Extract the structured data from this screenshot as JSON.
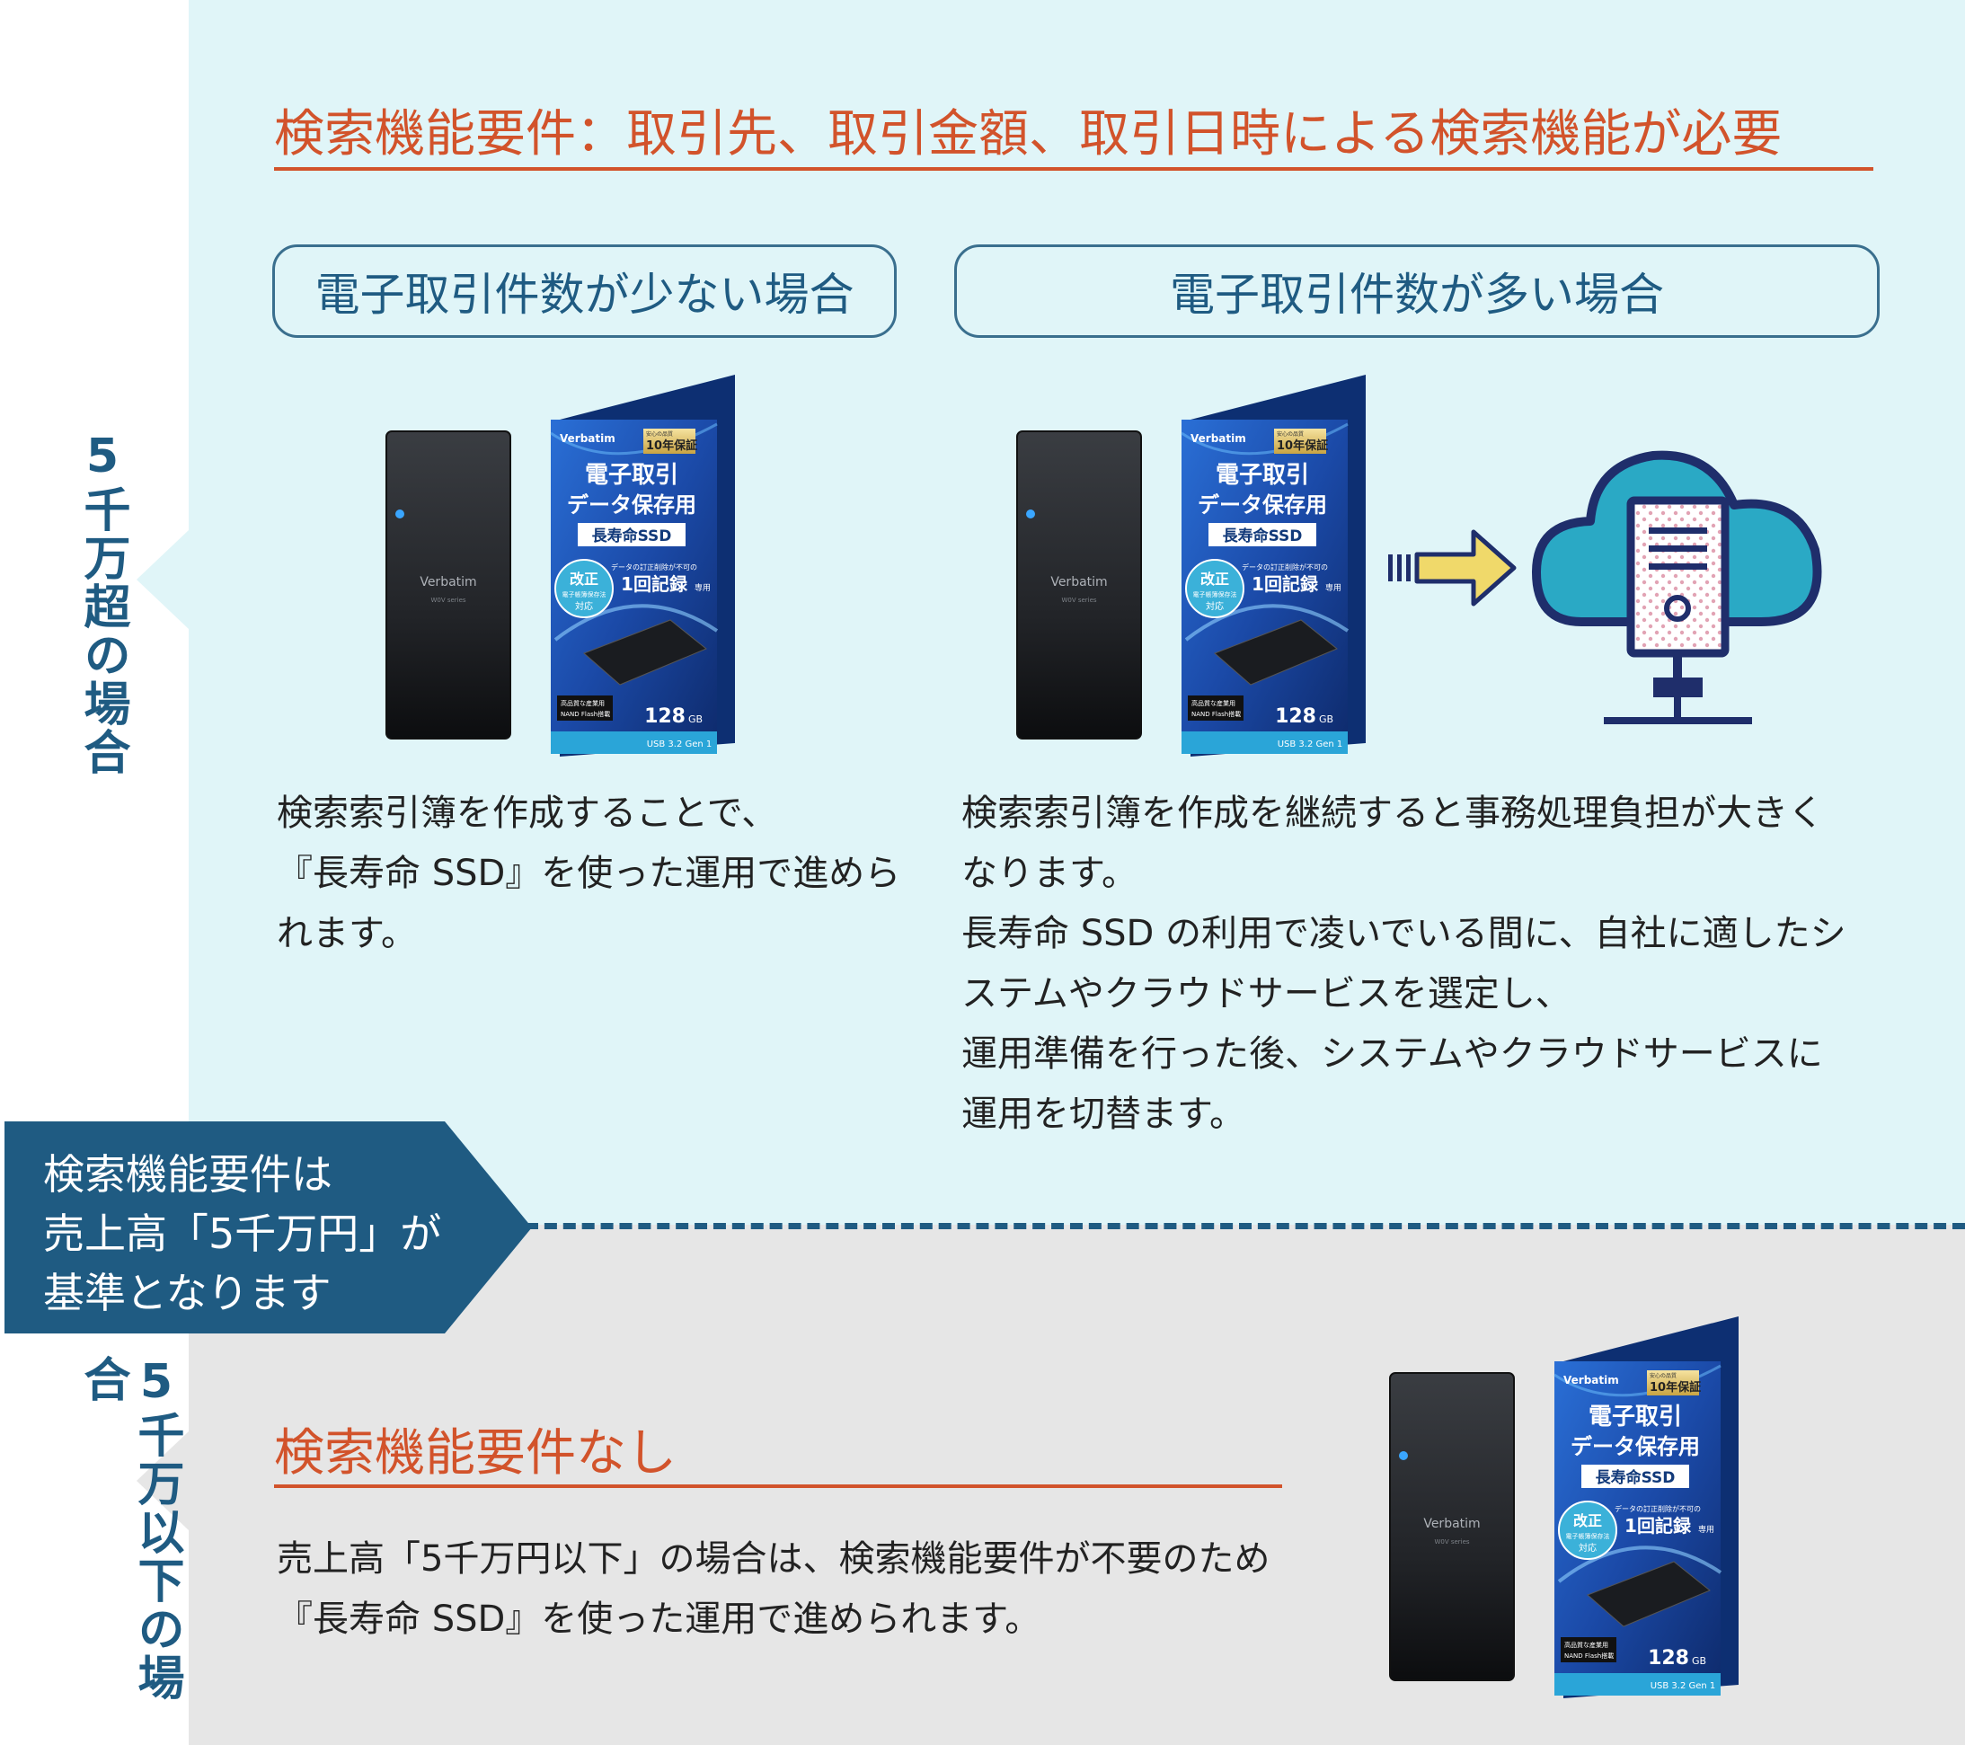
{
  "sections": {
    "over": {
      "side_label": "5千万超の場合",
      "heading": "検索機能要件：取引先、取引金額、取引日時による検索機能が必要",
      "case_few": {
        "label": "電子取引件数が少ない場合",
        "lines": [
          "検索索引簿を作成することで、",
          "『長寿命 SSD』を使った運用で進めら",
          "れます。"
        ]
      },
      "case_many": {
        "label": "電子取引件数が多い場合",
        "lines": [
          "検索索引簿を作成を継続すると事務処理負担が大きく",
          "なります。",
          "長寿命 SSD の利用で凌いでいる間に、自社に適したシ",
          "ステムやクラウドサービスを選定し、",
          "運用準備を行った後、システムやクラウドサービスに",
          "運用を切替ます。"
        ]
      }
    },
    "under": {
      "side_label": "5千万以下の場合",
      "heading": "検索機能要件なし",
      "lines": [
        "売上高「5千万円以下」の場合は、検索機能要件が不要のため",
        "『長寿命 SSD』を使った運用で進められます。"
      ]
    }
  },
  "callout": {
    "lines": [
      "検索機能要件は",
      "売上高「5千万円」が",
      "基準となります"
    ]
  },
  "product": {
    "brand": "Verbatim",
    "device_series": "W0V series",
    "warranty": "10年保証",
    "warranty_small": "安心の品質",
    "box_title_1": "電子取引",
    "box_title_2": "データ保存用",
    "box_subtitle": "長寿命SSD",
    "badge_1": "改正",
    "badge_2": "電子帳簿保存法",
    "badge_3": "対応",
    "note": "データの訂正削除が不可の",
    "record": "1回記録",
    "record_suffix": "専用",
    "capacity": "128",
    "capacity_unit": "GB",
    "usb": "USB 3.2 Gen 1",
    "flash_1": "高品質な産業用",
    "flash_2": "NAND Flash搭載"
  },
  "colors": {
    "accent": "#d2532b",
    "navy": "#1f5b82",
    "band_top": "#e0f5f8",
    "band_bottom": "#e6e6e6",
    "cloud": "#2aa9c5",
    "arrow": "#f0d96a"
  }
}
